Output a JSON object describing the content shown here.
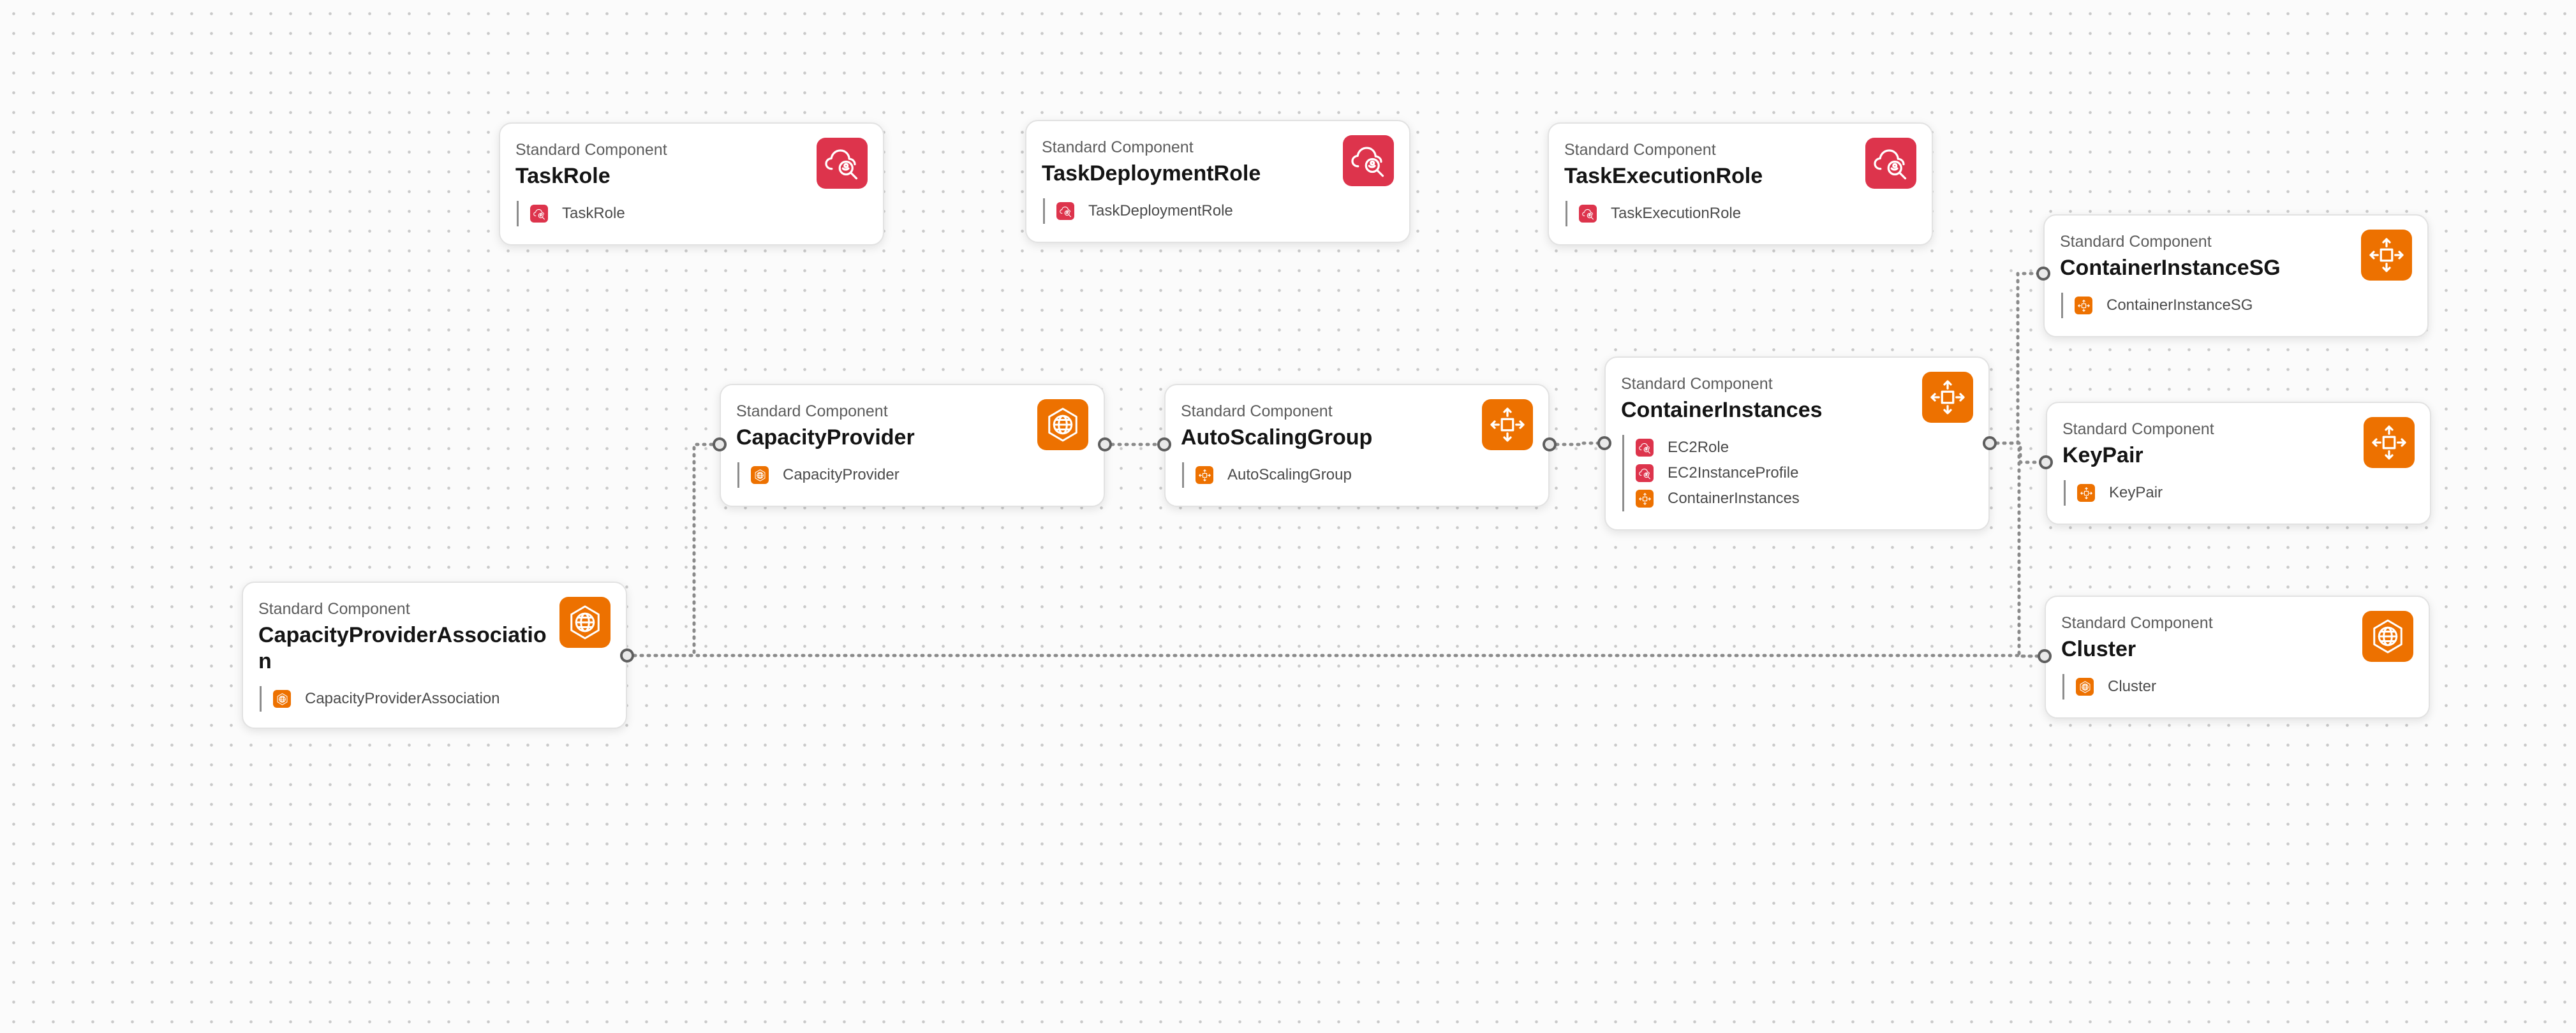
{
  "colors": {
    "security": "#dd344c",
    "compute": "#ed7100"
  },
  "nodes": [
    {
      "id": "taskrole",
      "type": "Standard Component",
      "title": "TaskRole",
      "icon": "security-identity-icon",
      "color": "red",
      "resources": [
        {
          "label": "TaskRole",
          "icon": "iam-role-icon",
          "color": "red"
        }
      ]
    },
    {
      "id": "taskdeploymentrole",
      "type": "Standard Component",
      "title": "TaskDeploymentRole",
      "icon": "security-identity-icon",
      "color": "red",
      "resources": [
        {
          "label": "TaskDeploymentRole",
          "icon": "iam-role-icon",
          "color": "red"
        }
      ]
    },
    {
      "id": "taskexecutionrole",
      "type": "Standard Component",
      "title": "TaskExecutionRole",
      "icon": "security-identity-icon",
      "color": "red",
      "resources": [
        {
          "label": "TaskExecutionRole",
          "icon": "iam-role-icon",
          "color": "red"
        }
      ]
    },
    {
      "id": "containerinstancesg",
      "type": "Standard Component",
      "title": "ContainerInstanceSG",
      "icon": "ec2-compute-icon",
      "color": "orange",
      "resources": [
        {
          "label": "ContainerInstanceSG",
          "icon": "ec2-resource-icon",
          "color": "orange"
        }
      ]
    },
    {
      "id": "capacityprovider",
      "type": "Standard Component",
      "title": "CapacityProvider",
      "icon": "ecs-container-icon",
      "color": "orange",
      "resources": [
        {
          "label": "CapacityProvider",
          "icon": "ecs-resource-icon",
          "color": "orange"
        }
      ]
    },
    {
      "id": "autoscalinggroup",
      "type": "Standard Component",
      "title": "AutoScalingGroup",
      "icon": "ec2-compute-icon",
      "color": "orange",
      "resources": [
        {
          "label": "AutoScalingGroup",
          "icon": "ec2-resource-icon",
          "color": "orange"
        }
      ]
    },
    {
      "id": "containerinstances",
      "type": "Standard Component",
      "title": "ContainerInstances",
      "icon": "ec2-compute-icon",
      "color": "orange",
      "resources": [
        {
          "label": "EC2Role",
          "icon": "iam-role-icon",
          "color": "red"
        },
        {
          "label": "EC2InstanceProfile",
          "icon": "iam-role-icon",
          "color": "red"
        },
        {
          "label": "ContainerInstances",
          "icon": "ec2-resource-icon",
          "color": "orange"
        }
      ]
    },
    {
      "id": "keypair",
      "type": "Standard Component",
      "title": "KeyPair",
      "icon": "ec2-compute-icon",
      "color": "orange",
      "resources": [
        {
          "label": "KeyPair",
          "icon": "ec2-resource-icon",
          "color": "orange"
        }
      ]
    },
    {
      "id": "capacityproviderassociation",
      "type": "Standard Component",
      "title": "CapacityProviderAssociation",
      "icon": "ecs-container-icon",
      "color": "orange",
      "resources": [
        {
          "label": "CapacityProviderAssociation",
          "icon": "ecs-resource-icon",
          "color": "orange"
        }
      ]
    },
    {
      "id": "cluster",
      "type": "Standard Component",
      "title": "Cluster",
      "icon": "ecs-container-icon",
      "color": "orange",
      "resources": [
        {
          "label": "Cluster",
          "icon": "ecs-resource-icon",
          "color": "orange"
        }
      ]
    }
  ],
  "edges": [
    {
      "from": "capacityproviderassociation",
      "to": "capacityprovider"
    },
    {
      "from": "capacityproviderassociation",
      "to": "cluster"
    },
    {
      "from": "capacityprovider",
      "to": "autoscalinggroup"
    },
    {
      "from": "autoscalinggroup",
      "to": "containerinstances"
    },
    {
      "from": "containerinstances",
      "to": "containerinstancesg"
    },
    {
      "from": "containerinstances",
      "to": "keypair"
    },
    {
      "from": "containerinstances",
      "to": "cluster"
    }
  ]
}
